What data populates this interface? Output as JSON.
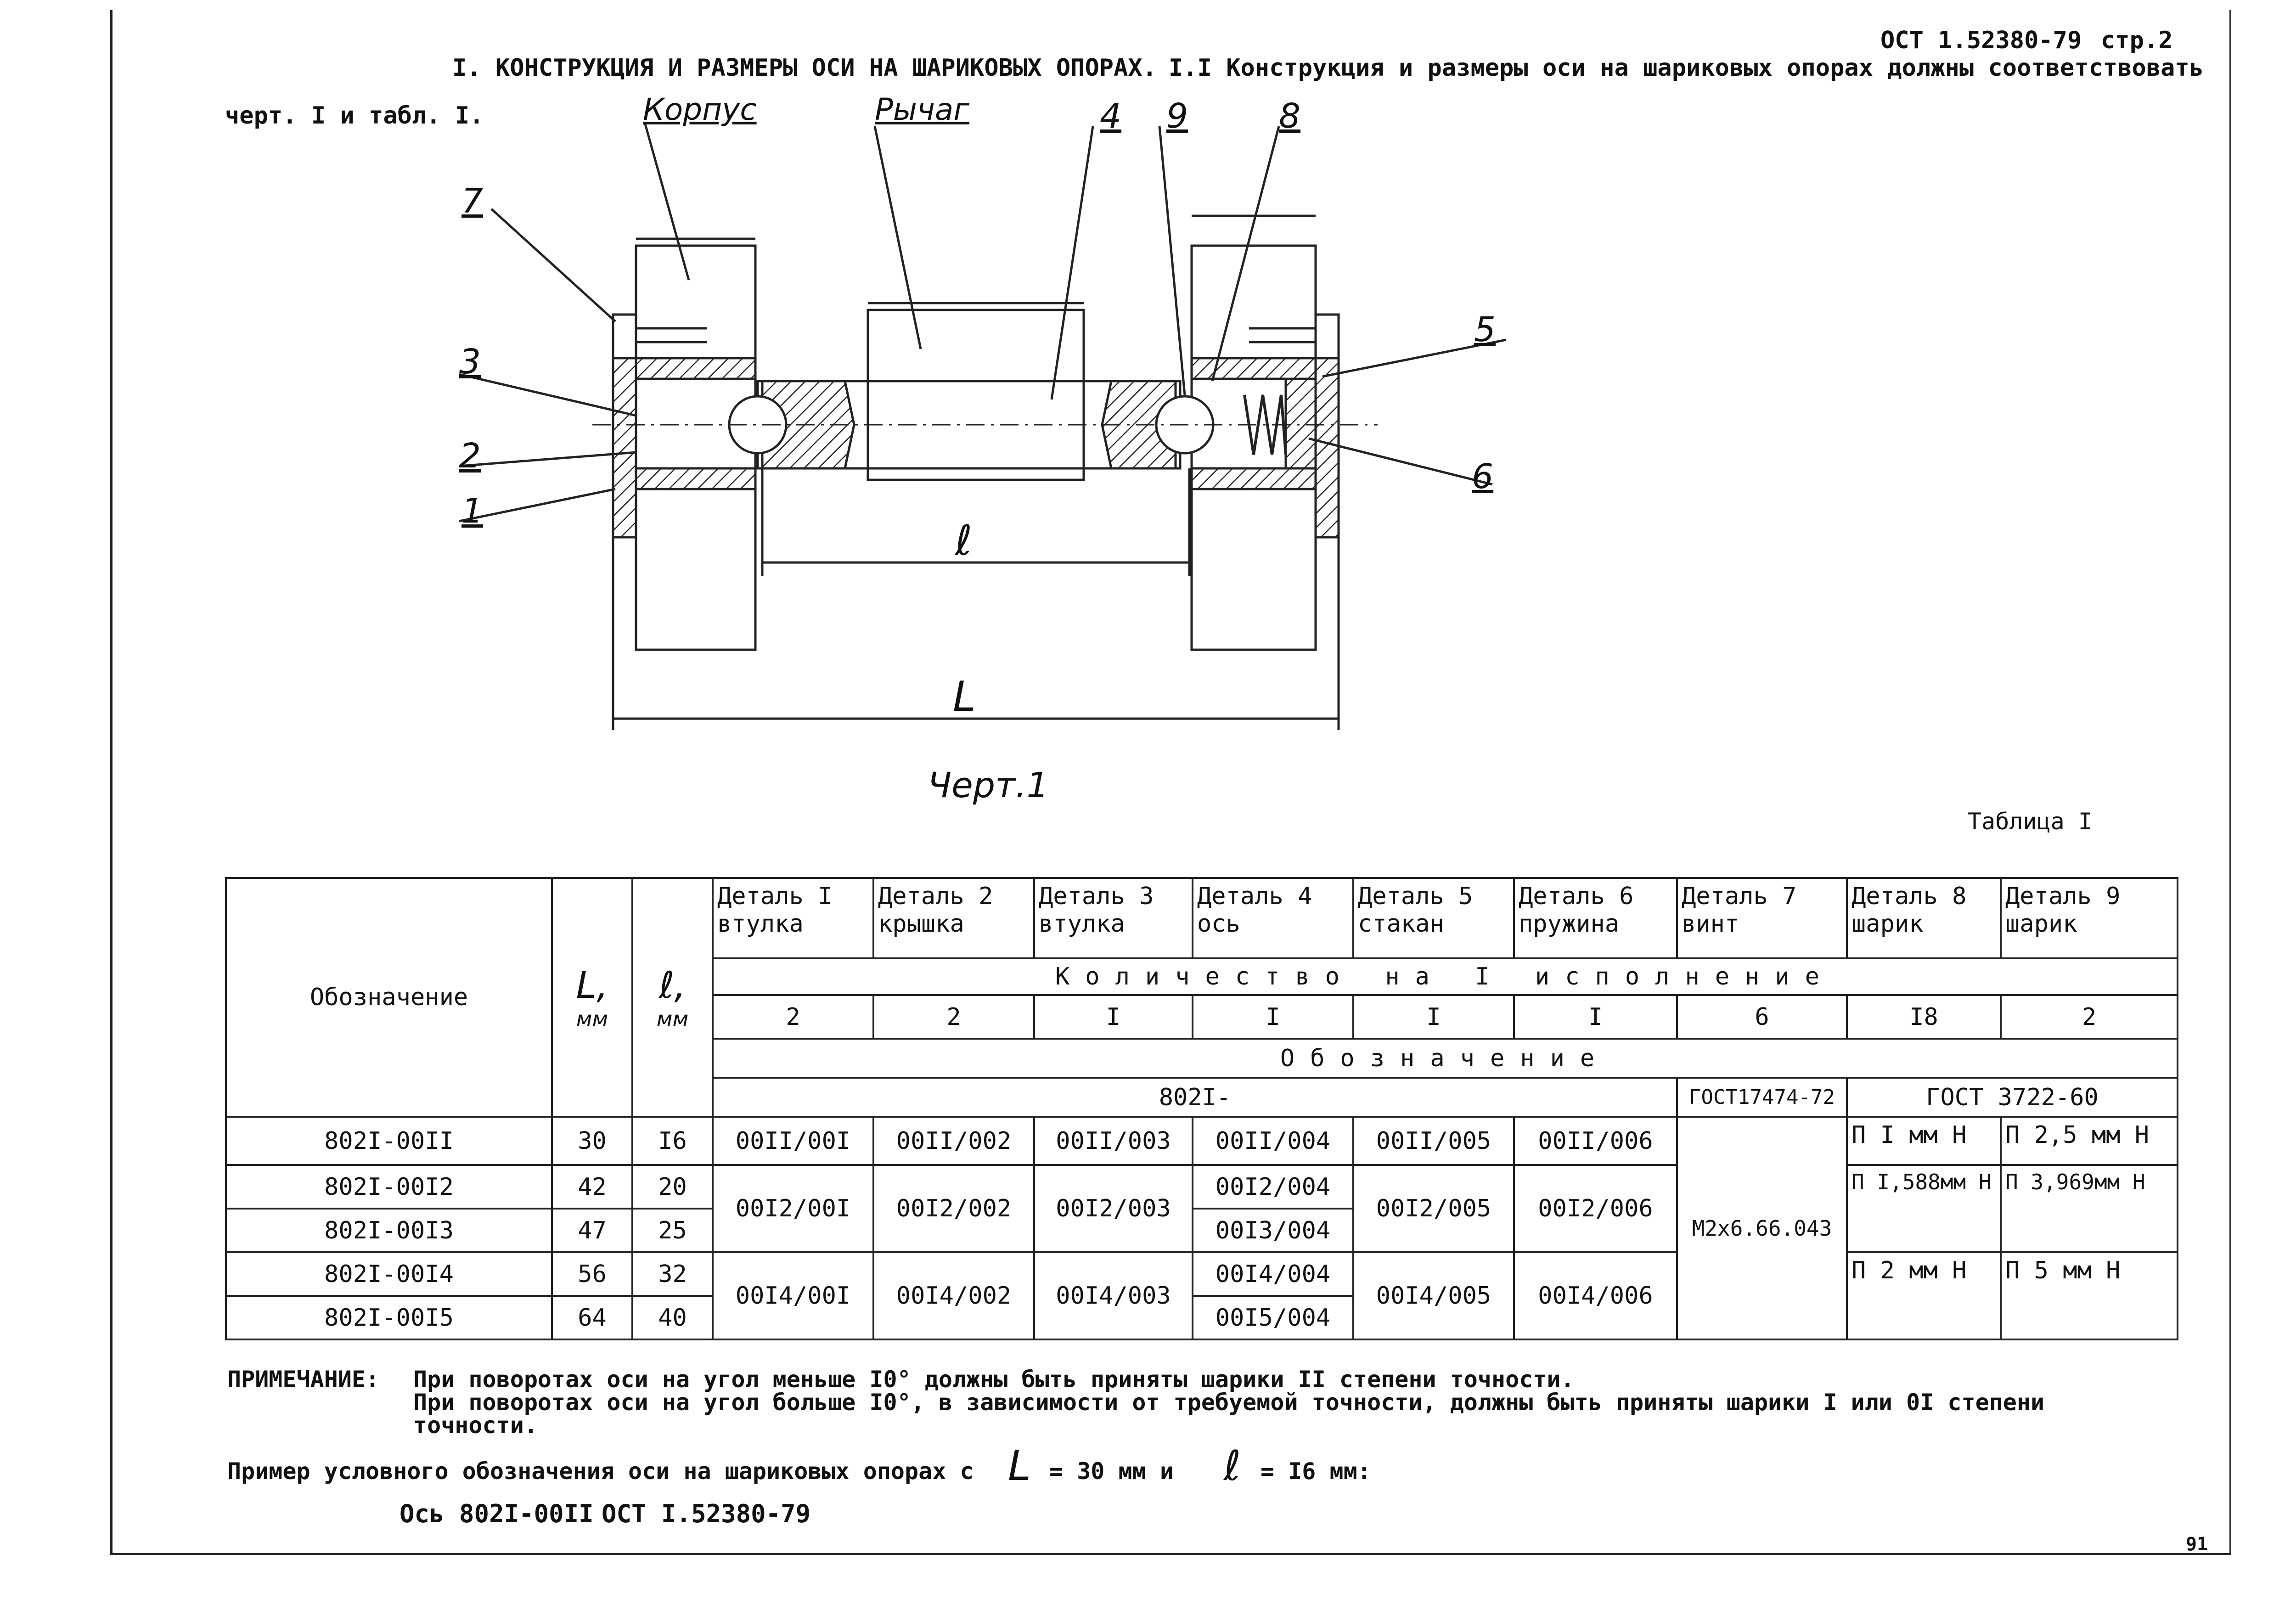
{
  "header": {
    "standard": "ОСТ 1.52380-79",
    "page": "стр.2",
    "section_title": "I. КОНСТРУКЦИЯ И РАЗМЕРЫ ОСИ НА ШАРИКОВЫХ ОПОРАХ.",
    "clause_start": "I.I Конструкция и размеры оси на шариковых опорах должны соответствовать",
    "clause_end": "черт. I и табл. I."
  },
  "drawing": {
    "labels": {
      "korpus": "Корпус",
      "rychag": "Рычаг",
      "small_l": "ℓ",
      "big_L": "L",
      "caption": "Черт.1"
    },
    "callouts": [
      "1",
      "2",
      "3",
      "4",
      "5",
      "6",
      "7",
      "8",
      "9"
    ]
  },
  "table": {
    "caption": "Таблица I",
    "col_designation": "Обозначение",
    "col_L": "L,",
    "col_l": "ℓ,",
    "unit": "мм",
    "details": [
      {
        "name": "Деталь I",
        "part": "втулка",
        "qty": "2"
      },
      {
        "name": "Деталь 2",
        "part": "крышка",
        "qty": "2"
      },
      {
        "name": "Деталь 3",
        "part": "втулка",
        "qty": "I"
      },
      {
        "name": "Деталь 4",
        "part": "ось",
        "qty": "I"
      },
      {
        "name": "Деталь 5",
        "part": "стакан",
        "qty": "I"
      },
      {
        "name": "Деталь 6",
        "part": "пружина",
        "qty": "I"
      },
      {
        "name": "Деталь 7",
        "part": "винт",
        "qty": "6"
      },
      {
        "name": "Деталь 8",
        "part": "шарик",
        "qty": "I8"
      },
      {
        "name": "Деталь 9",
        "part": "шарик",
        "qty": "2"
      }
    ],
    "quantity_header": "Количество на I исполнение",
    "designation_header": "Обозначение",
    "prefix_8021": "802I-",
    "gost_screw": "ГОСТ17474-72",
    "gost_ball": "ГОСТ 3722-60",
    "screw_designation": "M2x6.66.043",
    "rows": [
      {
        "designation": "802I-00II",
        "L": "30",
        "l": "I6"
      },
      {
        "designation": "802I-00I2",
        "L": "42",
        "l": "20"
      },
      {
        "designation": "802I-00I3",
        "L": "47",
        "l": "25"
      },
      {
        "designation": "802I-00I4",
        "L": "56",
        "l": "32"
      },
      {
        "designation": "802I-00I5",
        "L": "64",
        "l": "40"
      }
    ],
    "cells": {
      "r1": [
        "00II/00I",
        "00II/002",
        "00II/003",
        "00II/004",
        "00II/005",
        "00II/006"
      ],
      "r23": [
        "00I2/00I",
        "00I2/002",
        "00I2/003",
        "00I2/004",
        "00I3/004",
        "00I2/005",
        "00I2/006"
      ],
      "r45": [
        "00I4/00I",
        "00I4/002",
        "00I4/003",
        "00I4/004",
        "00I5/004",
        "00I4/005",
        "00I4/006"
      ],
      "ball8": [
        "П I мм Н",
        "П I,588мм Н",
        "П 2 мм Н"
      ],
      "ball9": [
        "П 2,5 мм Н",
        "П 3,969мм Н",
        "П 5 мм Н"
      ]
    }
  },
  "notes": {
    "label": "ПРИМЕЧАНИЕ:",
    "line1": "При поворотах оси на угол меньше I0° должны быть приняты шарики II степени точности.",
    "line2": "При поворотах оси на угол больше I0°, в зависимости от требуемой точности, должны быть приняты шарики I   или 0I степени",
    "line3": "точности."
  },
  "example": {
    "text_start": "Пример условного обозначения оси на шариковых опорах с",
    "L_sym": "L",
    "L_val": "= 30 мм и",
    "l_sym": "ℓ",
    "l_val": "= I6 мм:",
    "designation": "Ось 802I-00II",
    "standard": "ОСТ I.52380-79"
  },
  "page_number": "91"
}
